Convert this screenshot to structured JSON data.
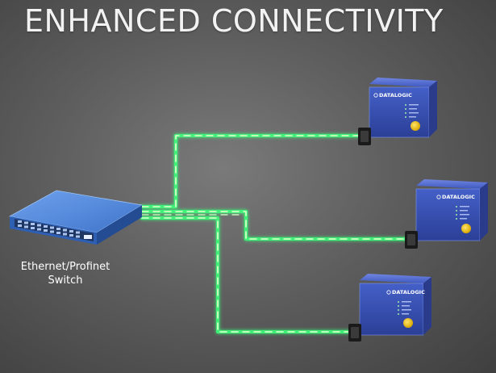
{
  "title": "ENHANCED CONNECTIVITY",
  "switch": {
    "label_line1": "Ethernet/Profinet",
    "label_line2": "Switch"
  },
  "devices": [
    {
      "brand": "DATALOGIC"
    },
    {
      "brand": "DATALOGIC"
    },
    {
      "brand": "DATALOGIC"
    }
  ],
  "colors": {
    "cable_glow": "#3dff7a",
    "cable_dash": "#e6ffd0",
    "device_blue": "#3d57c2",
    "switch_blue": "#4a7fd6",
    "lens_yellow": "#f2c81e"
  }
}
